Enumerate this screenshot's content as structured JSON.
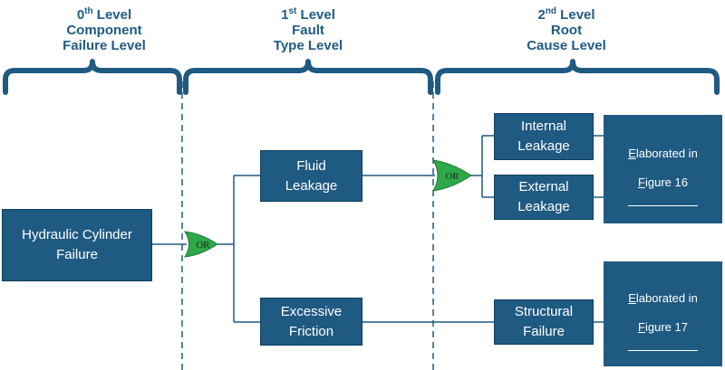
{
  "levels": [
    {
      "prefix": "0",
      "sup": "th",
      "suffix": " Level",
      "line2": "Component",
      "line3": "Failure Level"
    },
    {
      "prefix": "1",
      "sup": "st",
      "suffix": " Level",
      "line2": "Fault",
      "line3": "Type Level"
    },
    {
      "prefix": "2",
      "sup": "nd",
      "suffix": " Level",
      "line2": "Root",
      "line3": "Cause Level"
    }
  ],
  "nodes": {
    "root": "Hydraulic Cylinder\nFailure",
    "fluid": "Fluid\nLeakage",
    "friction": "Excessive\nFriction",
    "internal": "Internal\nLeakage",
    "external": "External\nLeakage",
    "structural": "Structural\nFailure"
  },
  "gates": {
    "gate1": "OR",
    "gate2": "OR"
  },
  "references": [
    {
      "first_letter": "E",
      "rest1": "laborated in",
      "fig_letter": "F",
      "rest2": "igure 16"
    },
    {
      "first_letter": "E",
      "rest1": "laborated in",
      "fig_letter": "F",
      "rest2": "igure 17"
    }
  ],
  "colors": {
    "box": "#1f5a82",
    "header": "#1f5b82",
    "gate": "#2fa84a",
    "line": "#1f5a82"
  }
}
